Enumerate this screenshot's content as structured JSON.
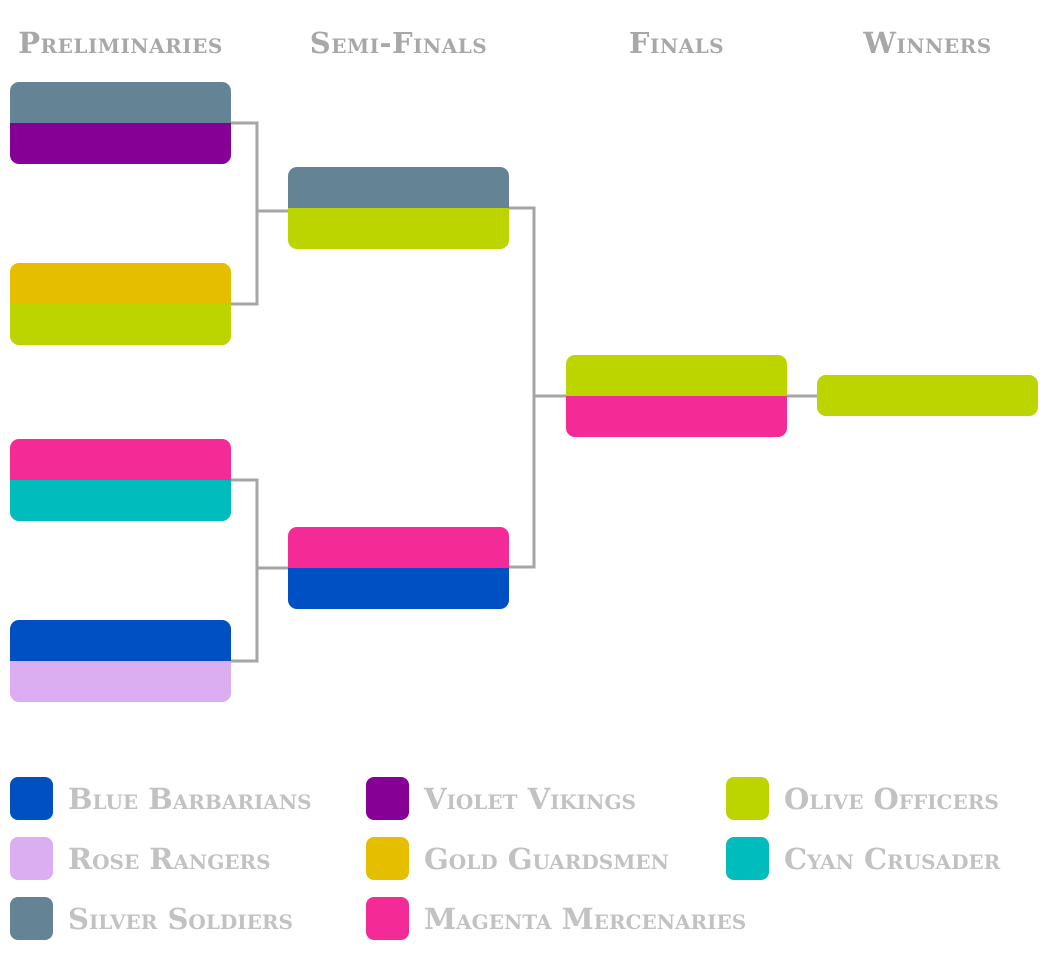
{
  "rounds": [
    "Preliminaries",
    "Semi-Finals",
    "Finals",
    "Winners"
  ],
  "teams": {
    "blue": {
      "name": "Blue Barbarians",
      "color": "#0050c3"
    },
    "rose": {
      "name": "Rose Rangers",
      "color": "#dbadf1"
    },
    "silver": {
      "name": "Silver Soldiers",
      "color": "#648496"
    },
    "violet": {
      "name": "Violet Vikings",
      "color": "#870096"
    },
    "gold": {
      "name": "Gold Guardsmen",
      "color": "#e6be00"
    },
    "magenta": {
      "name": "Magenta Mercenaries",
      "color": "#f42b96"
    },
    "olive": {
      "name": "Olive Officers",
      "color": "#bcd500"
    },
    "cyan": {
      "name": "Cyan Crusader",
      "color": "#00bcbc"
    }
  },
  "bracket": {
    "preliminaries": [
      [
        "silver",
        "violet"
      ],
      [
        "gold",
        "olive"
      ],
      [
        "magenta",
        "cyan"
      ],
      [
        "blue",
        "rose"
      ]
    ],
    "semi_finals": [
      [
        "silver",
        "olive"
      ],
      [
        "magenta",
        "blue"
      ]
    ],
    "finals": [
      [
        "olive",
        "magenta"
      ]
    ],
    "winner": "olive"
  },
  "legend_order": [
    [
      "blue",
      "violet",
      "olive"
    ],
    [
      "rose",
      "gold",
      "cyan"
    ],
    [
      "silver",
      "magenta"
    ]
  ]
}
